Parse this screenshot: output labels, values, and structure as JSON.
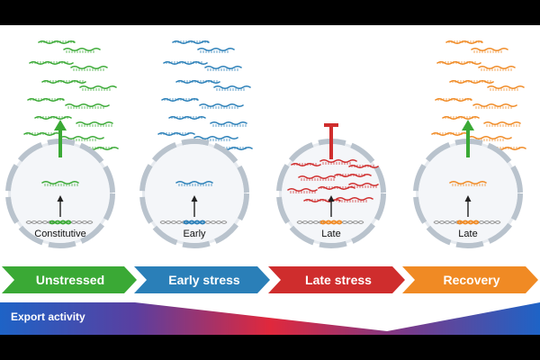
{
  "colors": {
    "unstressed": "#3aa935",
    "early": "#2a7fb8",
    "late": "#cf2d2d",
    "recovery": "#f08a24",
    "nucleus_fill": "#e6eaef",
    "nucleus_stroke": "#b9c3cd",
    "export_start": "#1e63c6",
    "export_mid": "#e0283c",
    "export_end": "#1e63c6",
    "panel_bg": "#ffffff"
  },
  "panels": [
    {
      "key": "unstressed",
      "arrow_label": "Unstressed",
      "gene_label": "Constitutive",
      "gene_color": "unstressed",
      "export": "up"
    },
    {
      "key": "early",
      "arrow_label": "Early stress",
      "gene_label": "Early",
      "gene_color": "early",
      "export": "none"
    },
    {
      "key": "late",
      "arrow_label": "Late stress",
      "gene_label": "Late",
      "gene_color": "recovery",
      "export": "blocked"
    },
    {
      "key": "recovery",
      "arrow_label": "Recovery",
      "gene_label": "Late",
      "gene_color": "recovery",
      "export": "up"
    }
  ],
  "export_bar": {
    "label": "Export activity"
  }
}
